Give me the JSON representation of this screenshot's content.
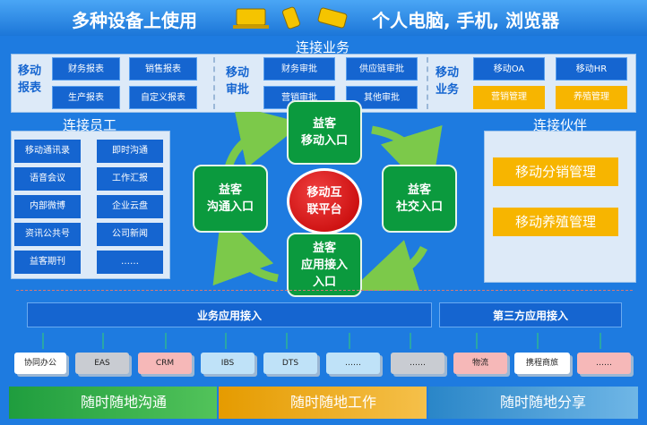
{
  "banner": {
    "left_text": "多种设备上使用",
    "right_text": "个人电脑, 手机, 浏览器"
  },
  "business": {
    "title": "连接业务",
    "groups": [
      {
        "label_line1": "移动",
        "label_line2": "报表",
        "items": [
          "财务报表",
          "销售报表",
          "生产报表",
          "自定义报表"
        ]
      },
      {
        "label_line1": "移动",
        "label_line2": "审批",
        "items": [
          "财务审批",
          "供应链审批",
          "营销审批",
          "其他审批"
        ]
      },
      {
        "label_line1": "移动",
        "label_line2": "业务",
        "items": [
          "移动OA",
          "移动HR",
          "营销管理",
          "养殖管理"
        ]
      }
    ]
  },
  "employees": {
    "title": "连接员工",
    "items": [
      "移动通讯录",
      "即时沟通",
      "语音会议",
      "工作汇报",
      "内部微博",
      "企业云盘",
      "资讯公共号",
      "公司新闻",
      "益客期刊",
      "……"
    ]
  },
  "partners": {
    "title": "连接伙伴",
    "items": [
      "移动分销管理",
      "移动养殖管理"
    ]
  },
  "center": {
    "top": {
      "line1": "益客",
      "line2": "移动入口"
    },
    "left": {
      "line1": "益客",
      "line2": "沟通入口"
    },
    "right": {
      "line1": "益客",
      "line2": "社交入口"
    },
    "bottom": {
      "line1": "益客",
      "line2": "应用接入",
      "line3": "入口"
    },
    "core": {
      "line1": "移动互",
      "line2": "联平台"
    }
  },
  "access": {
    "business_bar": "业务应用接入",
    "third_party_bar": "第三方应用接入"
  },
  "systems": [
    "协同办公",
    "EAS",
    "CRM",
    "IBS",
    "DTS",
    "……",
    "……",
    "物流",
    "携程商旅",
    "……"
  ],
  "bottom": [
    "随时随地沟通",
    "随时随地工作",
    "随时随地分享"
  ],
  "colors": {
    "background": "#1e7be0",
    "accent_blue": "#1565d0",
    "accent_yellow": "#f7b500",
    "accent_green": "#0b9a3e",
    "core_red": "#c00000"
  }
}
